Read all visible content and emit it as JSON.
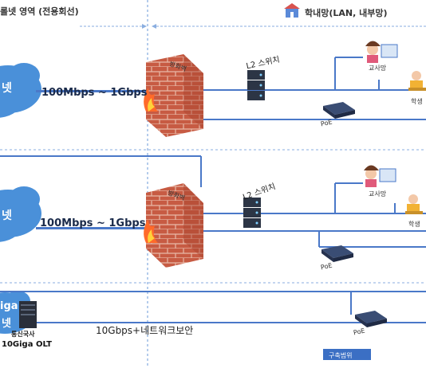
{
  "header": {
    "left_title": "롤넷 영역 (전용회선)",
    "right_title": "학내망(LAN, 내부망)"
  },
  "sections": [
    {
      "cloud_label": "넷",
      "link_speed": "100Mbps ~ 1Gbps",
      "firewall_label": "방화벽",
      "switch_label": "L2 스위치",
      "poe_label": "PoE",
      "teacher_label": "교사망",
      "student_label": "학생"
    },
    {
      "cloud_label": "넷",
      "link_speed": "100Mbps ~ 1Gbps",
      "firewall_label": "방화벽",
      "switch_label": "L2 스위치",
      "poe_label": "PoE",
      "teacher_label": "교사망",
      "student_label": "학생"
    }
  ],
  "bottom": {
    "cloud_label_1": "iga",
    "cloud_label_2": "넷",
    "olt_label_1": "통신국사",
    "olt_label_2": "10Giga OLT",
    "link_speed": "10Gbps+네트워크보안",
    "poe_label": "PoE",
    "scope_label": "구축범위"
  },
  "colors": {
    "cloud": "#4a90d9",
    "line_blue": "#4a78c8",
    "dashed": "#6a9ad8",
    "brick": "#c8553f",
    "scope_box": "#3b6fc4"
  }
}
